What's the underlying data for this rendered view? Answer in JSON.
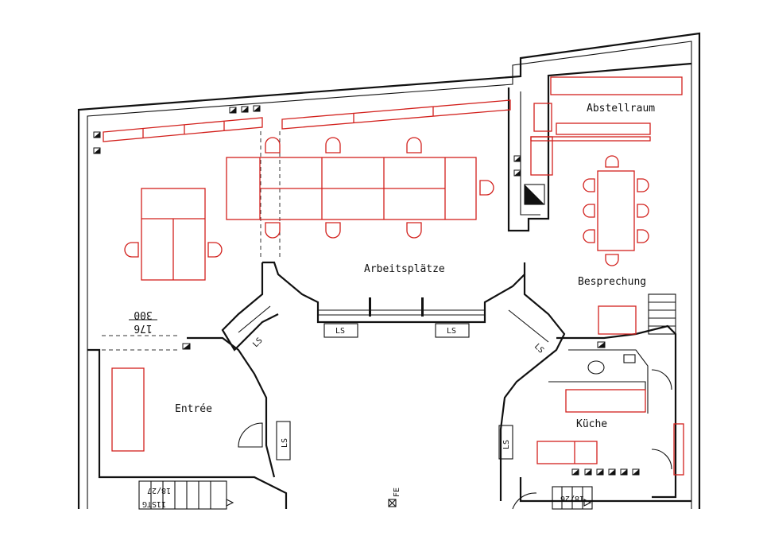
{
  "rooms": {
    "abstellraum": "Abstellraum",
    "arbeitsplaetze": "Arbeitsplätze",
    "besprechung": "Besprechung",
    "entree": "Entrée",
    "kueche": "Küche"
  },
  "markers": {
    "ls": "LS",
    "fe": "FE"
  },
  "dimensions": {
    "upper": "300",
    "lower": "176"
  },
  "stairs": {
    "left_code": "18/27",
    "left_label": "11STG",
    "right_code": "18/26"
  },
  "colors": {
    "furniture": "#d2201c",
    "walls": "#111111"
  }
}
